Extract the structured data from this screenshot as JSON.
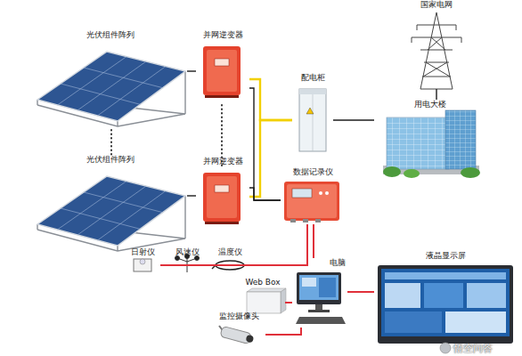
{
  "diagram": {
    "nodes": [
      {
        "text": [
          "光伏组件阵列"
        ]
      },
      {
        "text": [
          "并网逆变器"
        ]
      },
      {
        "text": [
          "光伏组件阵列"
        ]
      },
      {
        "text": [
          "并网逆变器"
        ]
      },
      {
        "text": [
          "配电柜"
        ]
      },
      {
        "text": [
          "国家电网"
        ]
      },
      {
        "text": [
          "用电大楼"
        ]
      },
      {
        "text": [
          "数据记录仪"
        ]
      },
      {
        "text": [
          "日射仪"
        ]
      },
      {
        "text": [
          "风速仪"
        ]
      },
      {
        "text": [
          "温度仪"
        ]
      },
      {
        "text": [
          "电脑"
        ]
      },
      {
        "text": [
          "Web Box"
        ]
      },
      {
        "text": [
          "监控摄像头"
        ]
      },
      {
        "text": [
          "液晶显示屏"
        ]
      }
    ],
    "edges": [
      {
        "from": 0,
        "to": 1,
        "arrow": "none"
      },
      {
        "from": 1,
        "to": 4,
        "arrow": "none"
      },
      {
        "from": 2,
        "to": 3,
        "arrow": "none"
      },
      {
        "from": 3,
        "to": 4,
        "arrow": "none"
      },
      {
        "from": 4,
        "to": 6,
        "arrow": "none"
      },
      {
        "from": 5,
        "to": 6,
        "arrow": "none"
      },
      {
        "from": 1,
        "to": 7,
        "arrow": "none"
      },
      {
        "from": 3,
        "to": 7,
        "arrow": "none"
      },
      {
        "from": 8,
        "to": 7,
        "arrow": "none"
      },
      {
        "from": 9,
        "to": 7,
        "arrow": "none"
      },
      {
        "from": 10,
        "to": 7,
        "arrow": "none"
      },
      {
        "from": 7,
        "to": 11,
        "arrow": "none"
      },
      {
        "from": 12,
        "to": 11,
        "arrow": "none"
      },
      {
        "from": 13,
        "to": 11,
        "arrow": "none"
      },
      {
        "from": 11,
        "to": 14,
        "arrow": "none"
      }
    ],
    "labels": [
      "悟空问答"
    ]
  }
}
